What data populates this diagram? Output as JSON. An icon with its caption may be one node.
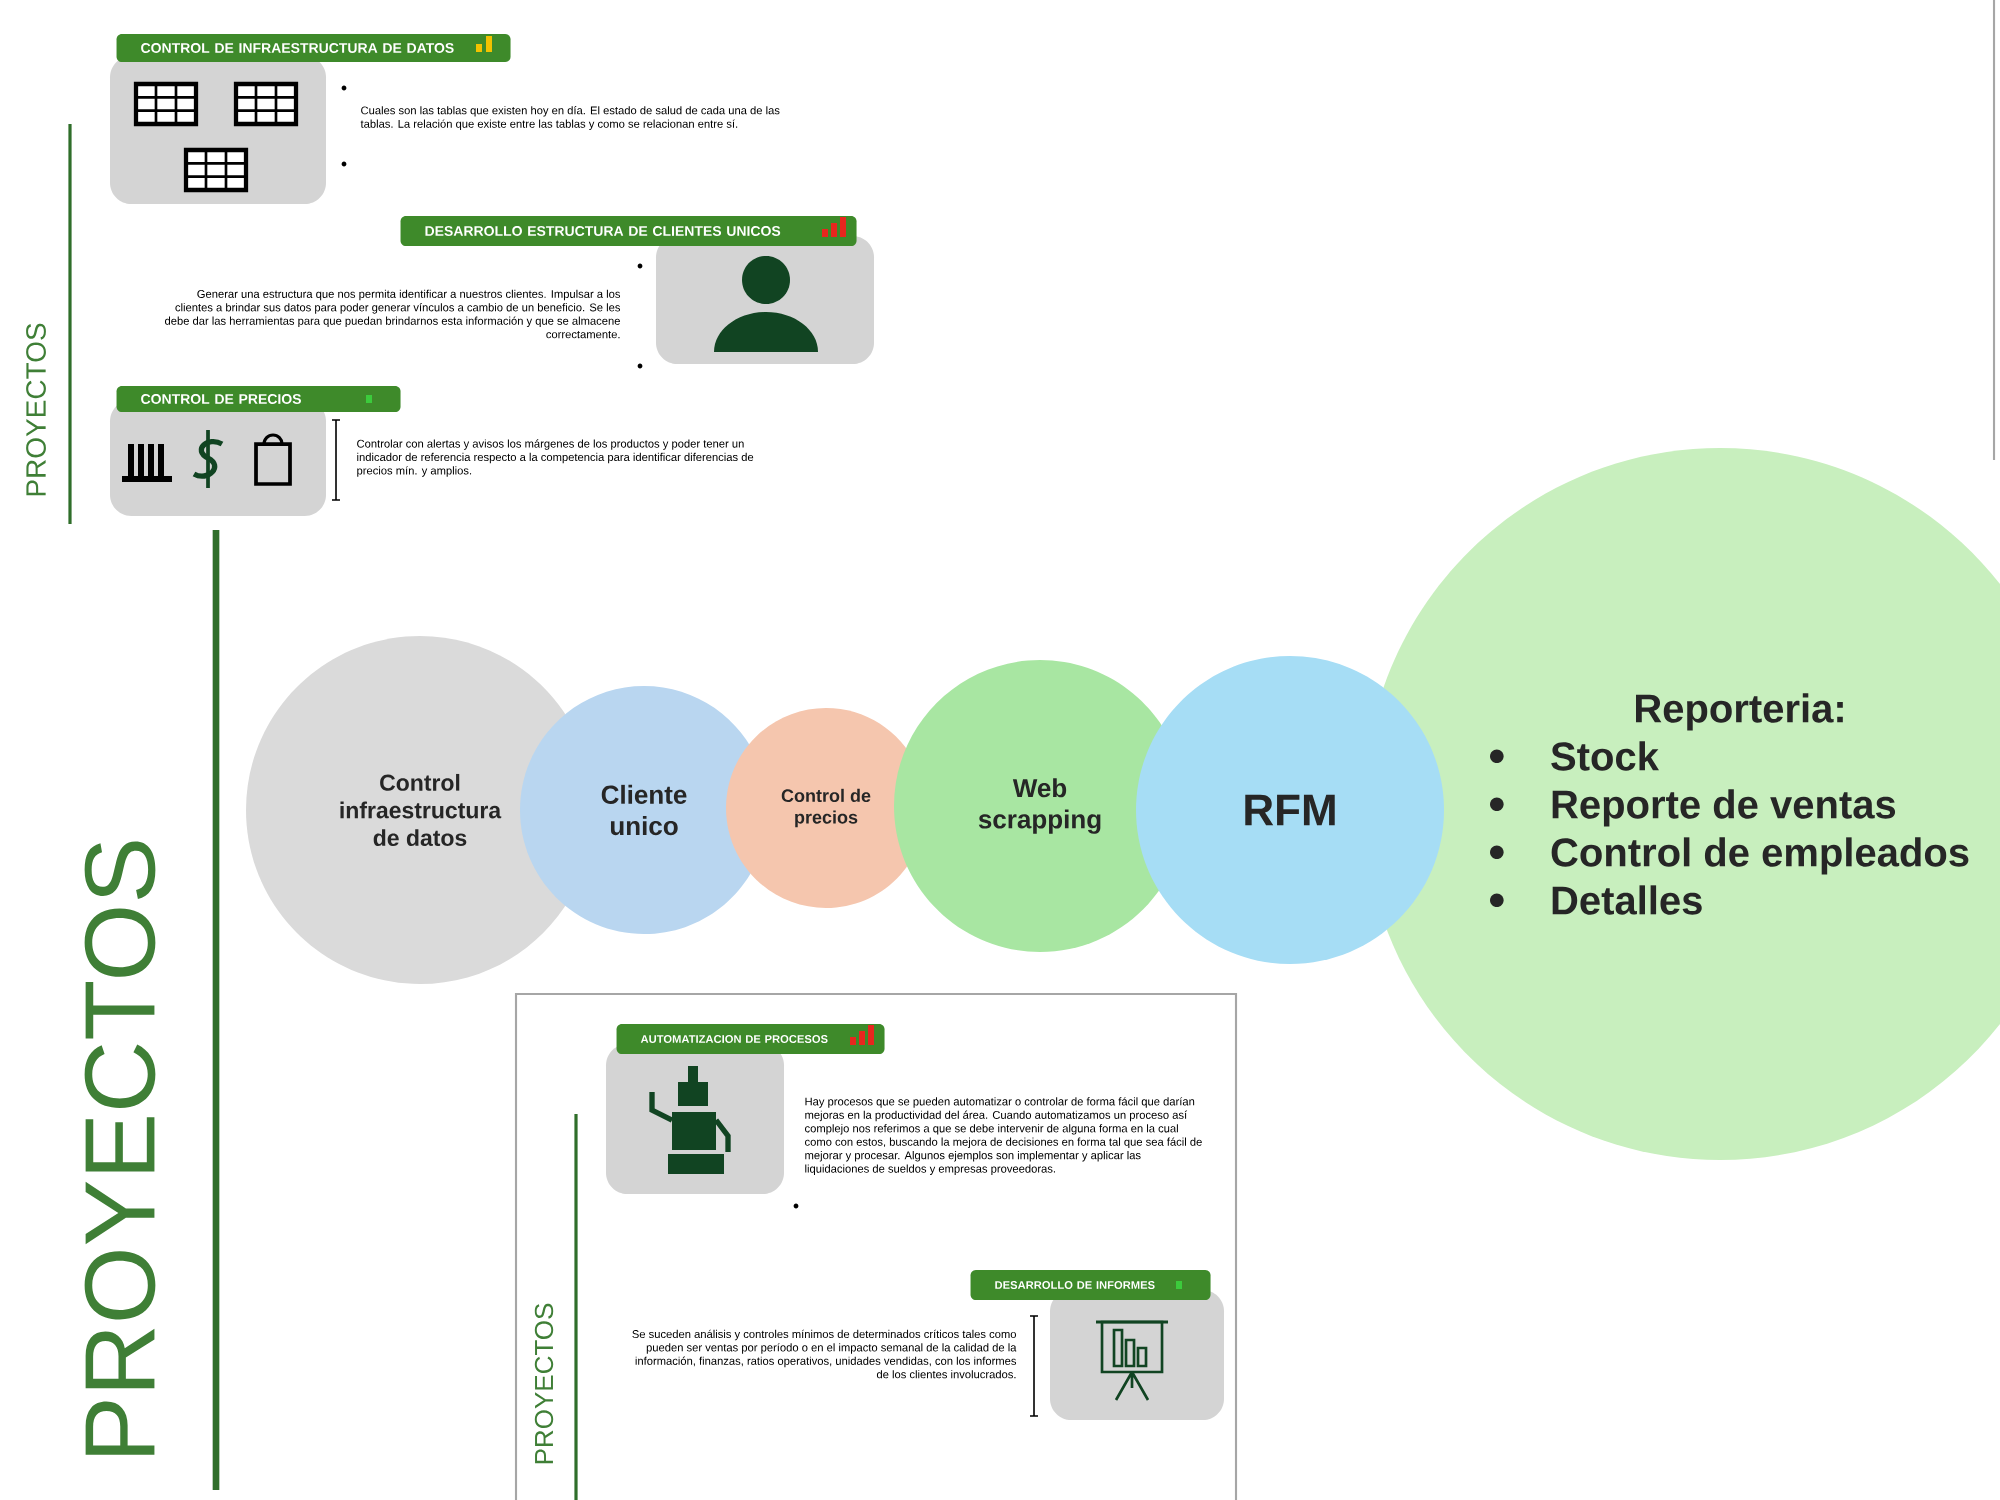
{
  "diagram": {
    "nodes": [
      {
        "text": [
          "CONTROL DE INFRAESTRUCTURA DE DATOS"
        ],
        "beside": [
          "Cuales son las tablas que existen hoy en día. El estado de salud de cada una de las tablas. La relación que existe entre las tablas y como se relacionan entre sí."
        ]
      },
      {
        "text": [
          "DESARROLLO ESTRUCTURA DE CLIENTES UNICOS"
        ],
        "beside": [
          "Generar una estructura que nos permita identificar a nuestros clientes. Impulsar a los clientes a brindar sus datos para poder generar vínculos a cambio de un beneficio. Se les debe dar las herramientas para que puedan brindarnos esta información y que se almacene correctamente."
        ]
      },
      {
        "text": [
          "CONTROL DE PRECIOS"
        ],
        "beside": [
          "Controlar con alertas y avisos los márgenes de los productos y poder tener un indicador de referencia respecto a la competencia para identificar diferencias de precios mín. y amplios."
        ]
      },
      {
        "text": [
          "Control infraestructura de datos"
        ]
      },
      {
        "text": [
          "Cliente unico"
        ]
      },
      {
        "text": [
          "Control de precios"
        ]
      },
      {
        "text": [
          "Web scrapping"
        ]
      },
      {
        "text": [
          "RFM"
        ]
      },
      {
        "text": [
          "Reporteria:",
          "Stock",
          "Reporte de ventas",
          "Control de empleados",
          "Detalles"
        ]
      },
      {
        "text": [
          "AUTOMATIZACION DE PROCESOS"
        ],
        "beside": [
          "Hay procesos que se pueden automatizar o controlar de forma fácil que darían mejoras en la productividad del área. Cuando automatizamos un proceso así complejo nos referimos a que se debe intervenir de alguna forma en la cual como con estos, buscando la mejora de decisiones en forma tal que sea fácil de mejorar y procesar. Algunos ejemplos son implementar y aplicar las liquidaciones de sueldos y empresas proveedoras."
        ]
      },
      {
        "text": [
          "DESARROLLO DE INFORMES"
        ],
        "beside": [
          "Se suceden análisis y controles mínimos de determinados críticos tales como pueden ser ventas por período o en el impacto semanal de la calidad de la información, finanzas, ratios operativos, unidades vendidas, con los informes de los clientes involucrados."
        ]
      }
    ],
    "labels": [
      "PROYECTOS",
      "PROYECTOS",
      "PROYECTOS"
    ]
  }
}
